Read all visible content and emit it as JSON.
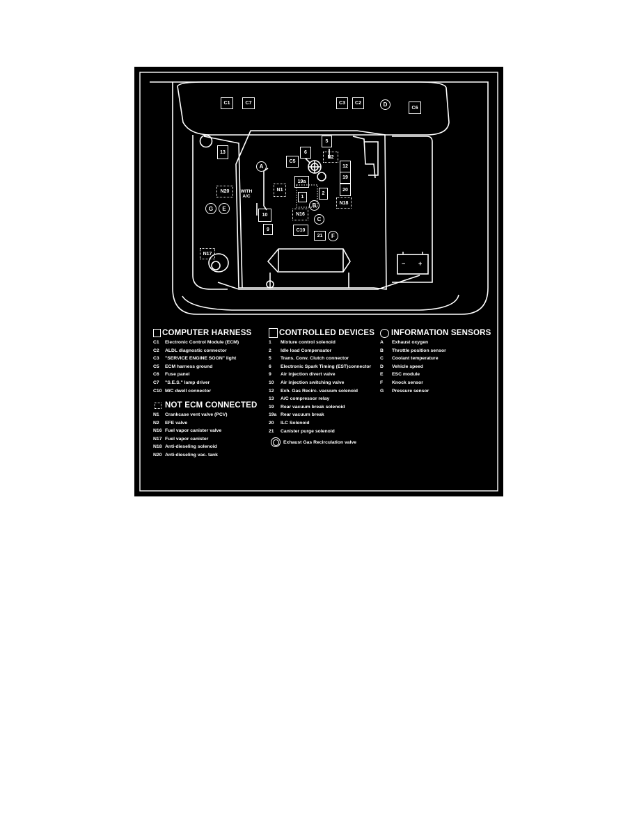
{
  "diagram": {
    "with_ac_label": "WITH A/C",
    "computer_harness_boxes": [
      "C1",
      "C7",
      "C3",
      "C2",
      "C6",
      "C5",
      "C10"
    ],
    "device_boxes": [
      "13",
      "6",
      "5",
      "12",
      "19",
      "20",
      "19a",
      "2",
      "1",
      "10",
      "9",
      "21"
    ],
    "not_ecm_boxes": [
      "N2",
      "N1",
      "N20",
      "N18",
      "N16",
      "N17"
    ],
    "sensor_circles": [
      "D",
      "A",
      "B",
      "C",
      "F",
      "G",
      "E"
    ]
  },
  "legend": {
    "computer_harness": {
      "heading": "COMPUTER HARNESS",
      "items": [
        {
          "code": "C1",
          "text": "Electronic Control Module (ECM)"
        },
        {
          "code": "C2",
          "text": "ALDL diagnostic connector"
        },
        {
          "code": "C3",
          "text": "\"SERVICE ENGINE SOON\" light"
        },
        {
          "code": "C5",
          "text": "ECM harness ground"
        },
        {
          "code": "C6",
          "text": "Fuse panel"
        },
        {
          "code": "C7",
          "text": "\"S.E.S.\" lamp driver"
        },
        {
          "code": "C10",
          "text": "M/C dwell connector"
        }
      ]
    },
    "not_ecm_connected": {
      "heading": "NOT ECM CONNECTED",
      "items": [
        {
          "code": "N1",
          "text": "Crankcase vent valve (PCV)"
        },
        {
          "code": "N2",
          "text": "EFE valve"
        },
        {
          "code": "N16",
          "text": "Fuel vapor canister valve"
        },
        {
          "code": "N17",
          "text": "Fuel vapor canister"
        },
        {
          "code": "N18",
          "text": "Anti-dieseling solenoid"
        },
        {
          "code": "N20",
          "text": "Anti-dieseling vac. tank"
        }
      ]
    },
    "controlled_devices": {
      "heading": "CONTROLLED DEVICES",
      "items": [
        {
          "code": "1",
          "text": "Mixture control solenoid"
        },
        {
          "code": "2",
          "text": "Idle load Compensator"
        },
        {
          "code": "5",
          "text": "Trans. Conv. Clutch connector"
        },
        {
          "code": "6",
          "text": "Electronic Spark Timing (EST)connector"
        },
        {
          "code": "9",
          "text": "Air injection divert valve"
        },
        {
          "code": "10",
          "text": "Air injection switching valve"
        },
        {
          "code": "12",
          "text": "Exh. Gas Recirc. vacuum solenoid"
        },
        {
          "code": "13",
          "text": "A/C compressor relay"
        },
        {
          "code": "19",
          "text": "Rear vacuum break solenoid"
        },
        {
          "code": "19a",
          "text": "Rear vacuum break"
        },
        {
          "code": "20",
          "text": "ILC Solenoid"
        },
        {
          "code": "21",
          "text": "Canister purge solenoid"
        }
      ],
      "egr_text": "Exhaust Gas Recirculation valve"
    },
    "information_sensors": {
      "heading": "INFORMATION SENSORS",
      "items": [
        {
          "code": "A",
          "text": "Exhaust oxygen"
        },
        {
          "code": "B",
          "text": "Throttle position sensor"
        },
        {
          "code": "C",
          "text": "Coolant temperature"
        },
        {
          "code": "D",
          "text": "Vehicle speed"
        },
        {
          "code": "E",
          "text": "ESC module"
        },
        {
          "code": "F",
          "text": "Knock sensor"
        },
        {
          "code": "G",
          "text": "Pressure sensor"
        }
      ]
    }
  }
}
